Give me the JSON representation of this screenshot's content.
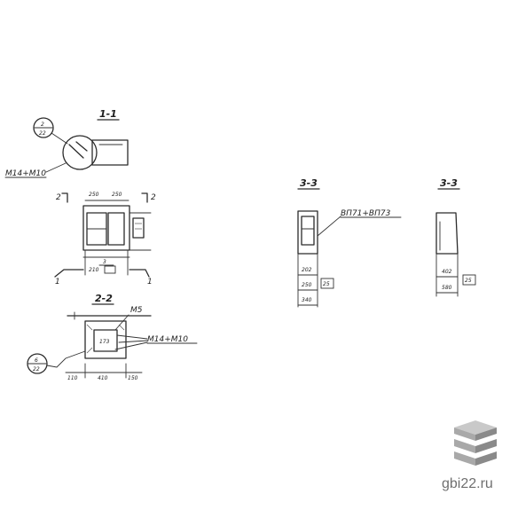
{
  "drawing": {
    "section_1": {
      "title": "1-1",
      "callout_top": "2",
      "callout_bottom": "22",
      "leader_label": "М14+М10",
      "marker_left": "2",
      "marker_right": "2",
      "marker_left_bottom": "1",
      "marker_right_bottom": "1",
      "dim_left": "250",
      "dim_right": "250",
      "dim_inner": "3",
      "dim_small": "210"
    },
    "section_2": {
      "title": "2-2",
      "callout_top": "6",
      "callout_bottom": "22",
      "leader_top": "М5",
      "leader_label": "М14+М10",
      "center_label": "173",
      "dim_left": "110",
      "dim_mid": "410",
      "dim_right": "150"
    },
    "section_3a": {
      "title": "3-3",
      "leader_label": "ВП71+ВП73",
      "dim_1": "202",
      "dim_2": "250",
      "dim_3": "340",
      "tag": "25"
    },
    "section_3b": {
      "title": "3-3",
      "dim_1": "402",
      "dim_2": "580",
      "tag": "25"
    }
  },
  "watermark": {
    "text": "gbi22.ru",
    "logo_colors": [
      "#c9c9c9",
      "#a9a9a9",
      "#8a8a8a"
    ]
  }
}
